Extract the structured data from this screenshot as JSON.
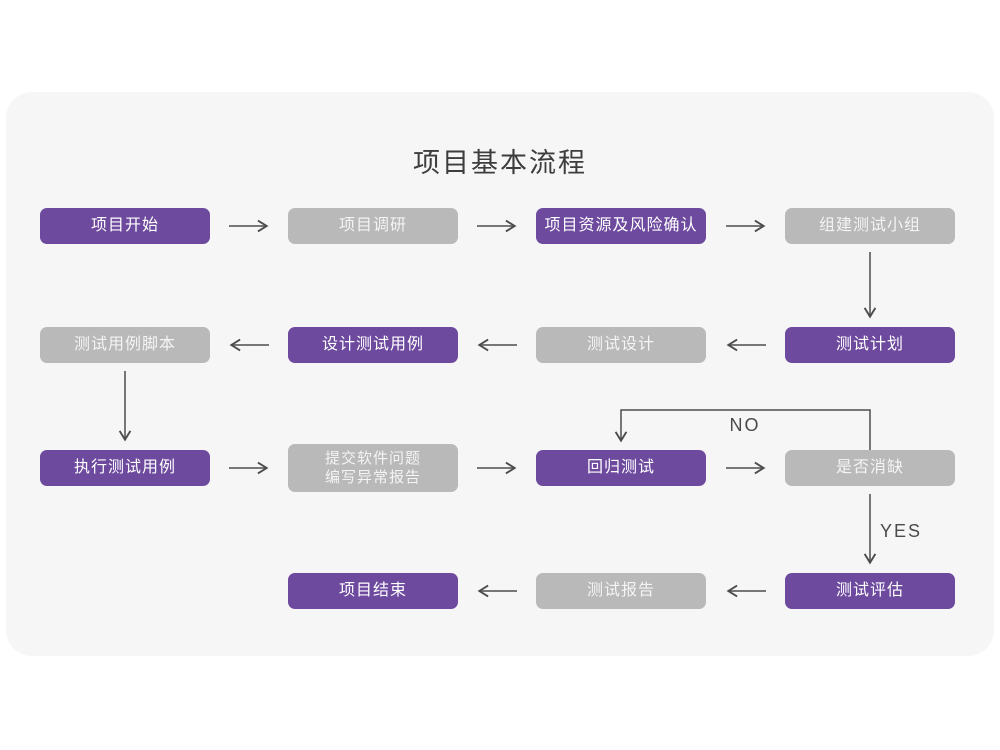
{
  "title": "项目基本流程",
  "colors": {
    "primary_node": "#6d4a9e",
    "secondary_node": "#b9b9b9",
    "card_background": "#f6f6f6",
    "arrow": "#4d4d4d",
    "title_text": "#3d3d3d"
  },
  "nodes": {
    "start": {
      "label": "项目开始",
      "type": "primary"
    },
    "research": {
      "label": "项目调研",
      "type": "secondary"
    },
    "risk": {
      "label": "项目资源及风险确认",
      "type": "primary"
    },
    "team": {
      "label": "组建测试小组",
      "type": "secondary"
    },
    "plan": {
      "label": "测试计划",
      "type": "primary"
    },
    "design": {
      "label": "测试设计",
      "type": "secondary"
    },
    "case_design": {
      "label": "设计测试用例",
      "type": "primary"
    },
    "script": {
      "label": "测试用例脚本",
      "type": "secondary"
    },
    "execute": {
      "label": "执行测试用例",
      "type": "primary"
    },
    "submit": {
      "line1": "提交软件问题",
      "line2": "编写异常报告",
      "type": "secondary"
    },
    "regression": {
      "label": "回归测试",
      "type": "primary"
    },
    "defect": {
      "label": "是否消缺",
      "type": "secondary"
    },
    "evaluate": {
      "label": "测试评估",
      "type": "primary"
    },
    "report": {
      "label": "测试报告",
      "type": "secondary"
    },
    "end": {
      "label": "项目结束",
      "type": "primary"
    }
  },
  "decision_labels": {
    "no": "NO",
    "yes": "YES"
  },
  "edges": [
    {
      "from": "start",
      "to": "research",
      "direction": "right"
    },
    {
      "from": "research",
      "to": "risk",
      "direction": "right"
    },
    {
      "from": "risk",
      "to": "team",
      "direction": "right"
    },
    {
      "from": "team",
      "to": "plan",
      "direction": "down"
    },
    {
      "from": "plan",
      "to": "design",
      "direction": "left"
    },
    {
      "from": "design",
      "to": "case_design",
      "direction": "left"
    },
    {
      "from": "case_design",
      "to": "script",
      "direction": "left"
    },
    {
      "from": "script",
      "to": "execute",
      "direction": "down"
    },
    {
      "from": "execute",
      "to": "submit",
      "direction": "right"
    },
    {
      "from": "submit",
      "to": "regression",
      "direction": "right"
    },
    {
      "from": "regression",
      "to": "defect",
      "direction": "right"
    },
    {
      "from": "defect",
      "to": "regression",
      "direction": "loop-back",
      "label": "NO"
    },
    {
      "from": "defect",
      "to": "evaluate",
      "direction": "down",
      "label": "YES"
    },
    {
      "from": "evaluate",
      "to": "report",
      "direction": "left"
    },
    {
      "from": "report",
      "to": "end",
      "direction": "left"
    }
  ]
}
